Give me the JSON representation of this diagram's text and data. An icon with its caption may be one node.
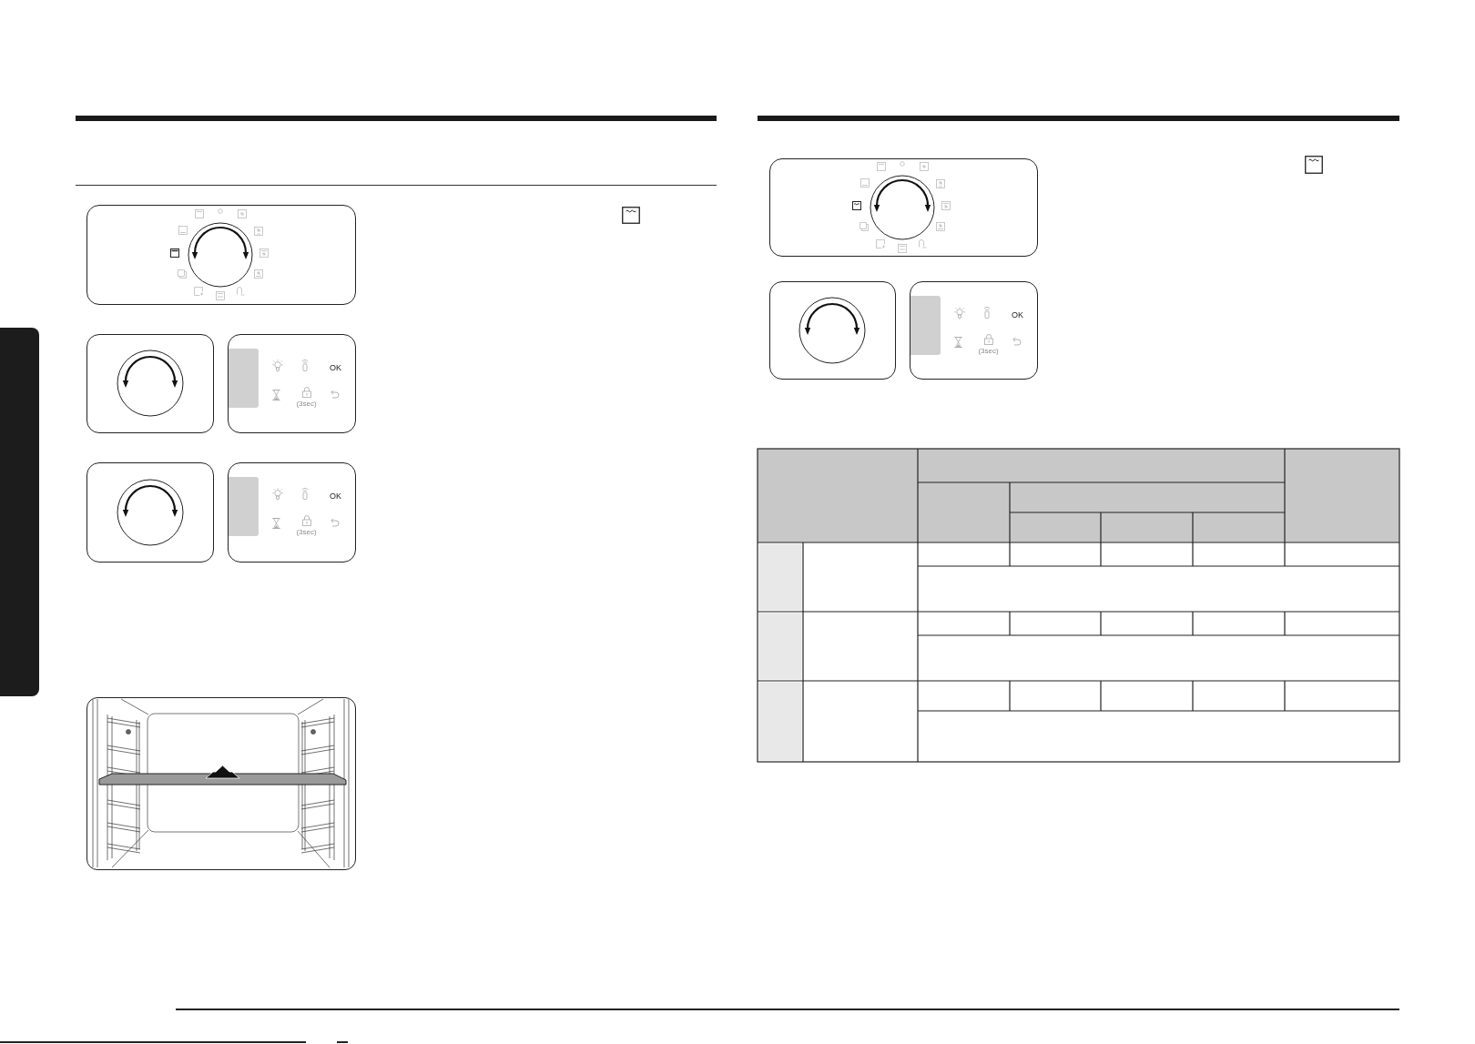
{
  "diagram": {
    "nodes": [
      {
        "text": [],
        "shape": "box"
      },
      {
        "text": [],
        "shape": "box"
      },
      {
        "text": [
          "OK",
          "(3sec)"
        ]
      },
      {
        "text": [],
        "shape": "box"
      },
      {
        "text": [
          "OK",
          "(3sec)"
        ]
      },
      {
        "text": [],
        "shape": "picture"
      },
      {
        "text": [],
        "shape": "box"
      },
      {
        "text": [],
        "shape": "box"
      },
      {
        "text": [
          "OK",
          "(3sec)"
        ]
      },
      {
        "text": [],
        "shape": "bar"
      }
    ]
  }
}
